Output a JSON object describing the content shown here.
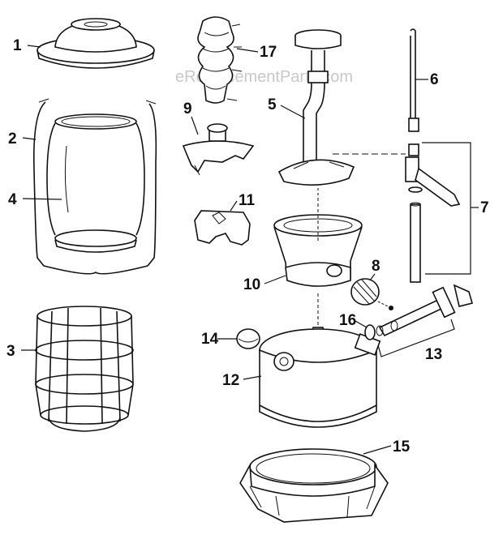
{
  "watermark": "eReplacementParts.com",
  "parts": [
    {
      "number": "1",
      "part": "ventilator"
    },
    {
      "number": "2",
      "part": "bail"
    },
    {
      "number": "3",
      "part": "guard"
    },
    {
      "number": "4",
      "part": "globe"
    },
    {
      "number": "5",
      "part": "frame"
    },
    {
      "number": "6",
      "part": "generator"
    },
    {
      "number": "7",
      "part": "valve-assembly"
    },
    {
      "number": "8",
      "part": "knob"
    },
    {
      "number": "9",
      "part": "burner-cap"
    },
    {
      "number": "10",
      "part": "collar"
    },
    {
      "number": "11",
      "part": "clip"
    },
    {
      "number": "12",
      "part": "fount"
    },
    {
      "number": "13",
      "part": "pump-assembly"
    },
    {
      "number": "14",
      "part": "filler-cap"
    },
    {
      "number": "15",
      "part": "base"
    },
    {
      "number": "16",
      "part": "pump-parts"
    },
    {
      "number": "17",
      "part": "mantle"
    }
  ]
}
